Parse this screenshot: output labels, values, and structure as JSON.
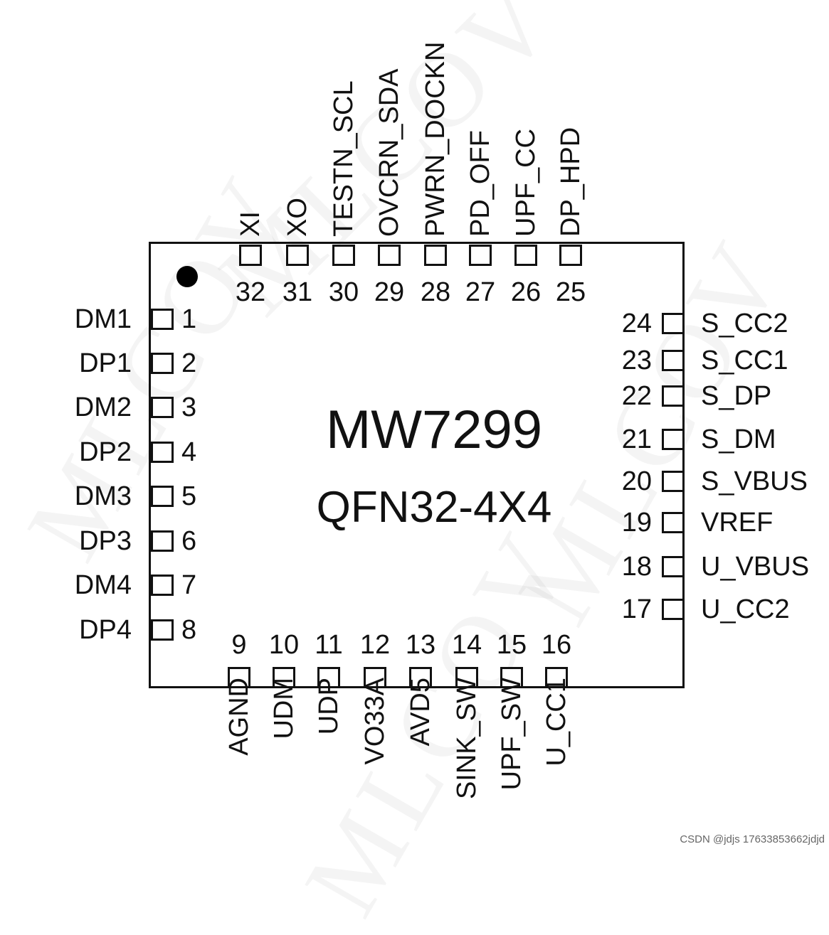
{
  "chip": {
    "name": "MW7299",
    "package": "QFN32-4X4"
  },
  "watermark": "MLCOV",
  "credit": "CSDN @jdjs 17633853662jdjd",
  "pins": {
    "left": [
      {
        "num": "1",
        "name": "DM1"
      },
      {
        "num": "2",
        "name": "DP1"
      },
      {
        "num": "3",
        "name": "DM2"
      },
      {
        "num": "4",
        "name": "DP2"
      },
      {
        "num": "5",
        "name": "DM3"
      },
      {
        "num": "6",
        "name": "DP3"
      },
      {
        "num": "7",
        "name": "DM4"
      },
      {
        "num": "8",
        "name": "DP4"
      }
    ],
    "bottom": [
      {
        "num": "9",
        "name": "AGND"
      },
      {
        "num": "10",
        "name": "UDM"
      },
      {
        "num": "11",
        "name": "UDP"
      },
      {
        "num": "12",
        "name": "VO33A"
      },
      {
        "num": "13",
        "name": "AVD5"
      },
      {
        "num": "14",
        "name": "SINK_SW"
      },
      {
        "num": "15",
        "name": "UPF_SW"
      },
      {
        "num": "16",
        "name": "U_CC1"
      }
    ],
    "right": [
      {
        "num": "17",
        "name": "U_CC2"
      },
      {
        "num": "18",
        "name": "U_VBUS"
      },
      {
        "num": "19",
        "name": "VREF"
      },
      {
        "num": "20",
        "name": "S_VBUS"
      },
      {
        "num": "21",
        "name": "S_DM"
      },
      {
        "num": "22",
        "name": "S_DP"
      },
      {
        "num": "23",
        "name": "S_CC1"
      },
      {
        "num": "24",
        "name": "S_CC2"
      }
    ],
    "top": [
      {
        "num": "25",
        "name": "DP_HPD"
      },
      {
        "num": "26",
        "name": "UPF_CC"
      },
      {
        "num": "27",
        "name": "PD_OFF"
      },
      {
        "num": "28",
        "name": "PWRN_DOCKN"
      },
      {
        "num": "29",
        "name": "OVCRN_SDA"
      },
      {
        "num": "30",
        "name": "TESTN_SCL"
      },
      {
        "num": "31",
        "name": "XO"
      },
      {
        "num": "32",
        "name": "XI"
      }
    ]
  }
}
